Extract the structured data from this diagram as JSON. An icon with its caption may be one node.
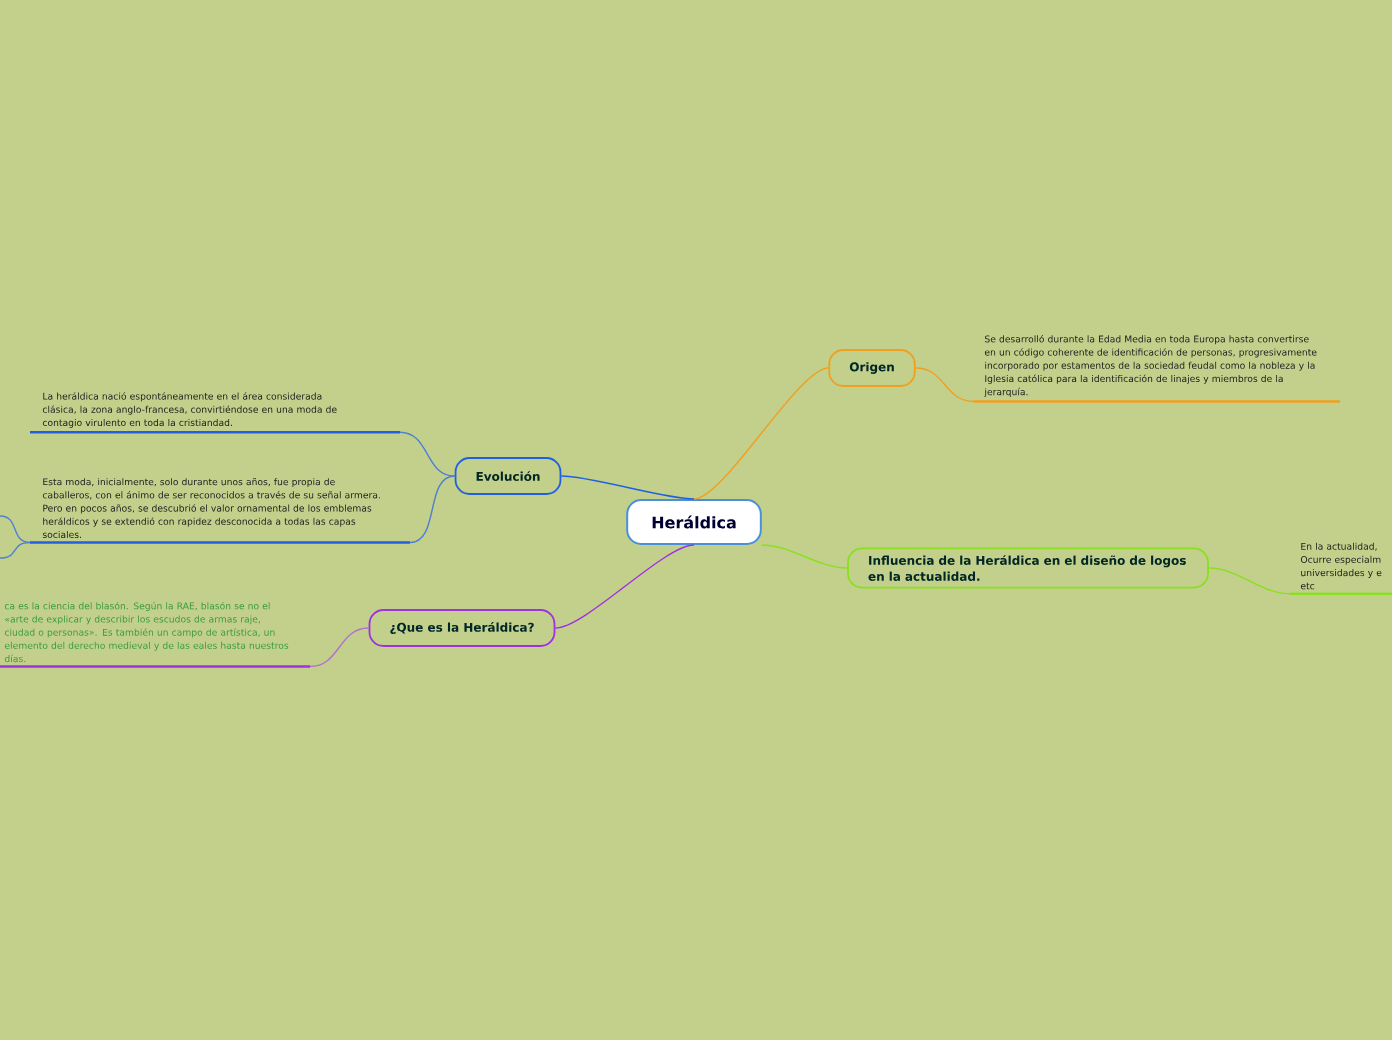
{
  "diagram": {
    "nodes": [
      {
        "text": [
          "Heráldica"
        ]
      },
      {
        "text": [
          "Origen"
        ]
      },
      {
        "text": [
          "Se desarrolló durante la Edad Media en toda Europa hasta convertirse en un código coherente de identificación de personas, progresivamente incorporado por estamentos de la sociedad feudal como la nobleza y la Iglesia católica para la identificación de linajes y miembros de la jerarquía."
        ]
      },
      {
        "text": [
          "Influencia de la Heráldica en el diseño de logos en la actualidad."
        ]
      },
      {
        "text": [
          "En la actualidad, Ocurre especialm universidades y e etc"
        ]
      },
      {
        "text": [
          "Evolución"
        ]
      },
      {
        "text": [
          "La heráldica nació espontáneamente en el área considerada clásica, la zona anglo-francesa, convirtiéndose en una moda de contagio virulento en toda la cristiandad."
        ]
      },
      {
        "text": [
          "Esta moda, inicialmente, solo durante unos años, fue propia de caballeros, con el ánimo de ser reconocidos a través de su señal armera. Pero en pocos años, se descubrió el valor ornamental de los emblemas heráldicos y se extendió con rapidez desconocida a todas las capas sociales."
        ]
      },
      {
        "text": [
          "¿Que es la Heráldica?"
        ]
      },
      {
        "text": [
          "ca es la ciencia del blasón. Según la RAE, blasón se no el «arte de explicar y describir los escudos de armas raje, ciudad o personas». Es también un campo de artística, un elemento del derecho medieval y de las eales hasta nuestros días."
        ]
      }
    ],
    "edges": [
      {
        "from": 0,
        "to": 1,
        "arrow": "none",
        "color": "#f0a020"
      },
      {
        "from": 1,
        "to": 2,
        "arrow": "none",
        "color": "#f0a020"
      },
      {
        "from": 0,
        "to": 3,
        "arrow": "none",
        "color": "#88e020"
      },
      {
        "from": 3,
        "to": 4,
        "arrow": "none",
        "color": "#88e020"
      },
      {
        "from": 0,
        "to": 5,
        "arrow": "none",
        "color": "#2060e0"
      },
      {
        "from": 5,
        "to": 6,
        "arrow": "none",
        "color": "#5080d0"
      },
      {
        "from": 5,
        "to": 7,
        "arrow": "none",
        "color": "#5080d0"
      },
      {
        "from": 7,
        "to": null,
        "arrow": "none",
        "color": "#5080d0"
      },
      {
        "from": 7,
        "to": null,
        "arrow": "none",
        "color": "#5080d0"
      },
      {
        "from": 0,
        "to": 8,
        "arrow": "none",
        "color": "#a030e0"
      },
      {
        "from": 8,
        "to": 9,
        "arrow": "none",
        "color": "#b070d0"
      }
    ]
  }
}
